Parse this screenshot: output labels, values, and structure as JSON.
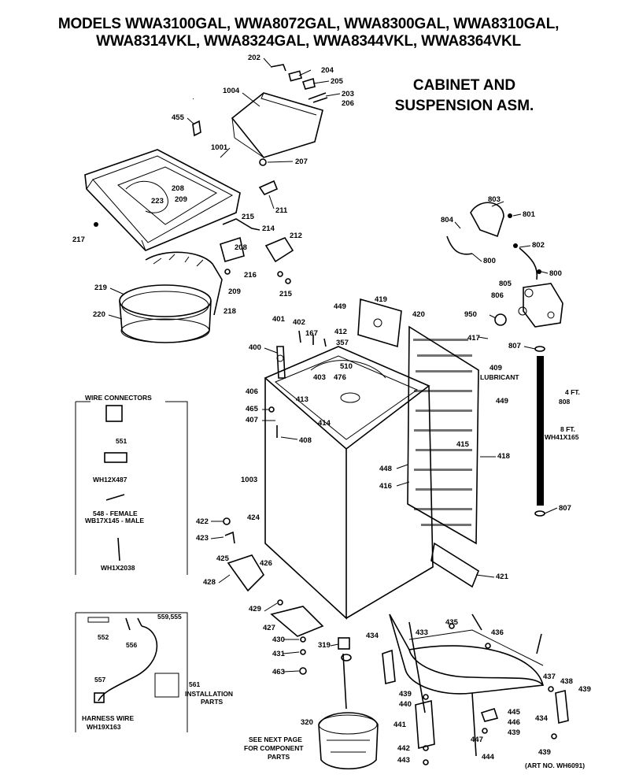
{
  "header": {
    "line1": "MODELS WWA3100GAL, WWA8072GAL, WWA8300GAL, WWA8310GAL,",
    "line2": "WWA8314VKL, WWA8324GAL, WWA8344VKL, WWA8364VKL"
  },
  "title": {
    "line1": "CABINET AND",
    "line2": "SUSPENSION ASM."
  },
  "wire_connectors": {
    "heading": "WIRE CONNECTORS",
    "p551": "551",
    "wh12x487": "WH12X487",
    "female": "548 - FEMALE",
    "male": "WB17X145 - MALE",
    "wh1x2038": "WH1X2038"
  },
  "harness": {
    "p552": "552",
    "p556": "556",
    "p559": "559,555",
    "p557": "557",
    "p561": "561",
    "install1": "INSTALLATION",
    "install2": "PARTS",
    "harness_label": "HARNESS WIRE",
    "harness_part": "WH19X163"
  },
  "hose": {
    "ft4": "4 FT.",
    "p808": "808",
    "ft8": "8 FT.",
    "wh41": "WH41X165"
  },
  "notes": {
    "lubricant": "LUBRICANT",
    "see1": "SEE NEXT PAGE",
    "see2": "FOR COMPONENT",
    "see3": "PARTS",
    "art": "(ART NO. WH6091)"
  },
  "parts": {
    "p202": "202",
    "p204": "204",
    "p205": "205",
    "p203": "203",
    "p206": "206",
    "p1004": "1004",
    "p455": "455",
    "p1001": "1001",
    "p207": "207",
    "p208": "208",
    "p223": "223",
    "p209a": "209",
    "p211": "211",
    "p215a": "215",
    "p214": "214",
    "p212": "212",
    "p217": "217",
    "p208b": "208",
    "p216": "216",
    "p215b": "215",
    "p209b": "209",
    "p219": "219",
    "p220": "220",
    "p218": "218",
    "p803": "803",
    "p801": "801",
    "p804": "804",
    "p802": "802",
    "p800a": "800",
    "p800b": "800",
    "p805": "805",
    "p806": "806",
    "p950": "950",
    "p807a": "807",
    "p807b": "807",
    "p449a": "449",
    "p419": "419",
    "p420": "420",
    "p401": "401",
    "p402": "402",
    "p167": "167",
    "p412": "412",
    "p357": "357",
    "p417": "417",
    "p400": "400",
    "p510": "510",
    "p403": "403",
    "p476": "476",
    "p409": "409",
    "p406": "406",
    "p413": "413",
    "p465": "465",
    "p407": "407",
    "p414": "414",
    "p408": "408",
    "p449b": "449",
    "p415": "415",
    "p448": "448",
    "p418": "418",
    "p416": "416",
    "p1003": "1003",
    "p422": "422",
    "p424": "424",
    "p423": "423",
    "p425": "425",
    "p426": "426",
    "p428": "428",
    "p421": "421",
    "p429": "429",
    "p427": "427",
    "p430": "430",
    "p431": "431",
    "p463": "463",
    "p319": "319",
    "p434a": "434",
    "p433": "433",
    "p435": "435",
    "p436": "436",
    "p437": "437",
    "p438": "438",
    "p439a": "439",
    "p439b": "439",
    "p440": "440",
    "p441": "441",
    "p445": "445",
    "p446": "446",
    "p439c": "439",
    "p447": "447",
    "p434b": "434",
    "p439d": "439",
    "p442": "442",
    "p443": "443",
    "p444": "444",
    "p320": "320"
  }
}
